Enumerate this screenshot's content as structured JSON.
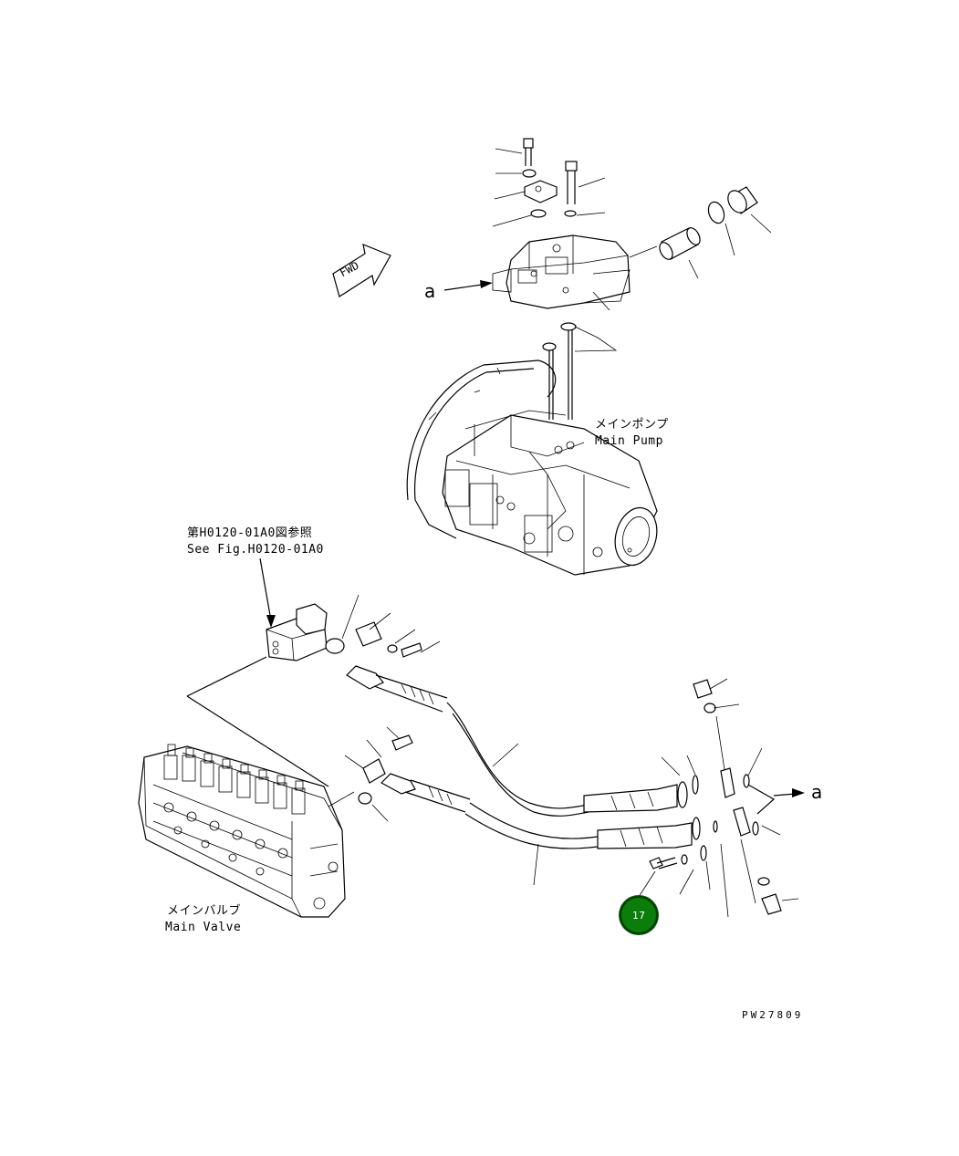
{
  "labels": {
    "main_pump_jp": "メインポンプ",
    "main_pump_en": "Main Pump",
    "see_fig_jp": "第H0120-01A0図参照",
    "see_fig_en": "See Fig.H0120-01A0",
    "main_valve_jp": "メインバルブ",
    "main_valve_en": "Main Valve",
    "ref_a_top": "a",
    "ref_a_right": "a",
    "fwd": "FWD",
    "drawing_number": "PW27809"
  },
  "callouts": [
    {
      "number": "17"
    }
  ],
  "colors": {
    "callout_fill": "#0a7d0a",
    "line": "#000000",
    "background": "#ffffff"
  }
}
